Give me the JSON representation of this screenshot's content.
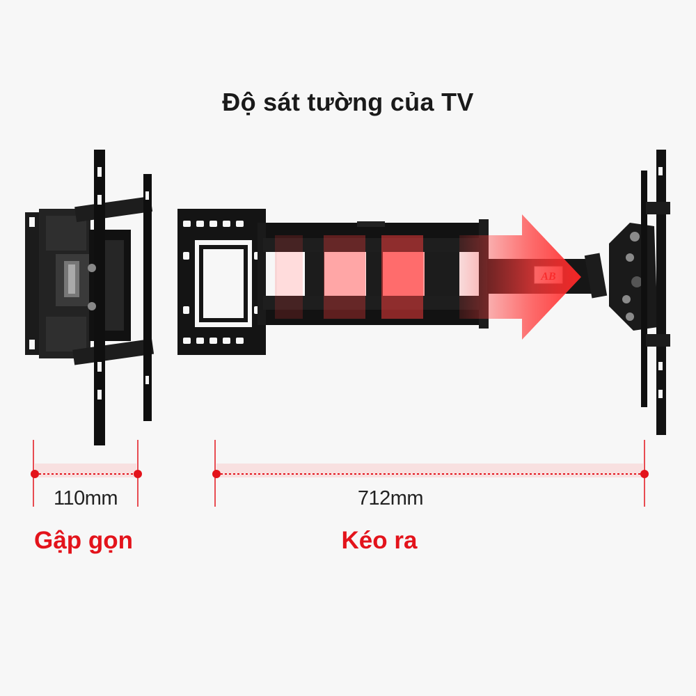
{
  "title": "Độ sát tường của TV",
  "logo_text": "AB",
  "folded": {
    "distance": "110mm",
    "label": "Gập gọn"
  },
  "extended": {
    "distance": "712mm",
    "label": "Kéo ra"
  },
  "colors": {
    "accent": "#e3131b",
    "metal": "#141414",
    "arrow": "#ff3b3b",
    "text": "#1a1a1a"
  }
}
